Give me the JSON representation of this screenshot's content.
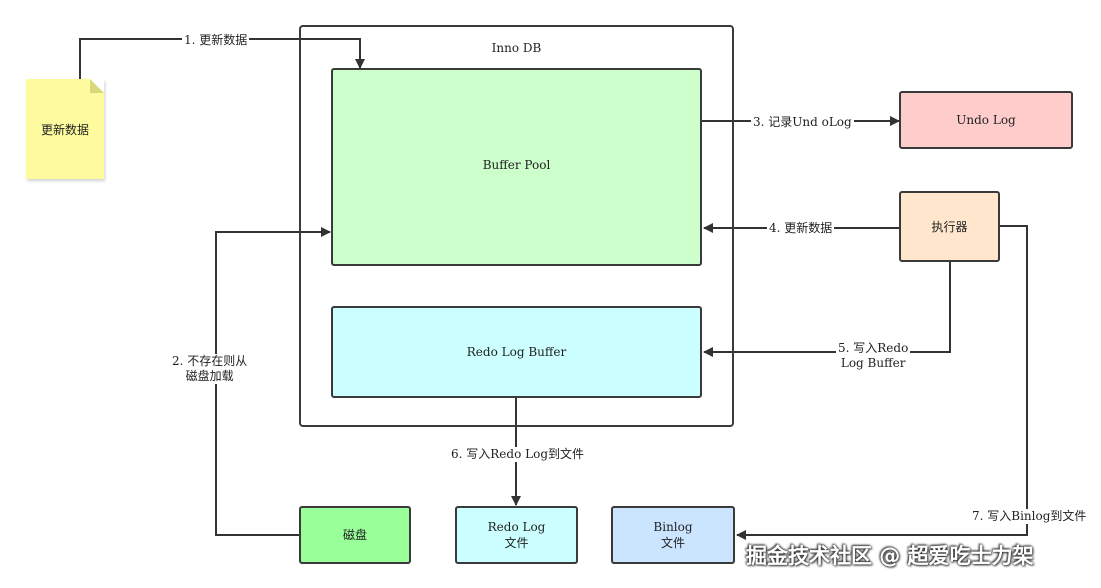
{
  "nodes": {
    "update_note": "更新数据",
    "innodb_title": "Inno DB",
    "buffer_pool": "Buffer Pool",
    "redo_log_buffer": "Redo Log Buffer",
    "undo_log": "Undo Log",
    "executor": "执行器",
    "disk": "磁盘",
    "redo_log_file": [
      "Redo Log",
      "文件"
    ],
    "binlog_file": [
      "Binlog",
      "文件"
    ]
  },
  "edges": {
    "e1": "1. 更新数据",
    "e2": [
      "2. 不存在则从",
      "磁盘加载"
    ],
    "e3": "3. 记录Und oLog",
    "e4": "4. 更新数据",
    "e5": [
      "5. 写入Redo",
      "Log Buffer"
    ],
    "e6": "6. 写入Redo Log到文件",
    "e7": "7. 写入Binlog到文件"
  },
  "watermark": "掘金技术社区 @ 超爱吃士力架",
  "colors": {
    "note": "#fdfb9e",
    "buffer_pool": "#ccffcc",
    "redo_log_buffer": "#ccffff",
    "undo_log": "#ffcccc",
    "executor": "#ffe6cc",
    "disk": "#99ff99",
    "redo_log_file": "#ccffff",
    "binlog_file": "#cce5ff",
    "stroke": "#333333"
  }
}
